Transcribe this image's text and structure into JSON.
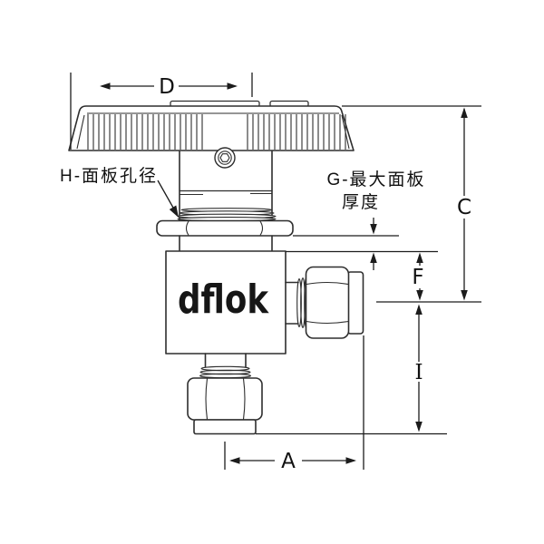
{
  "drawing": {
    "brand": "dflok",
    "labels": {
      "d": "D",
      "c": "C",
      "f": "F",
      "i": "I",
      "a": "A",
      "panel_hole": "H-面板孔径",
      "panel_thickness_line1": "G-最大面板",
      "panel_thickness_line2": "厚度"
    },
    "colors": {
      "line": "#2e2e2e",
      "dimension": "#1c1c1c",
      "text": "#111111",
      "background": "#ffffff"
    }
  }
}
